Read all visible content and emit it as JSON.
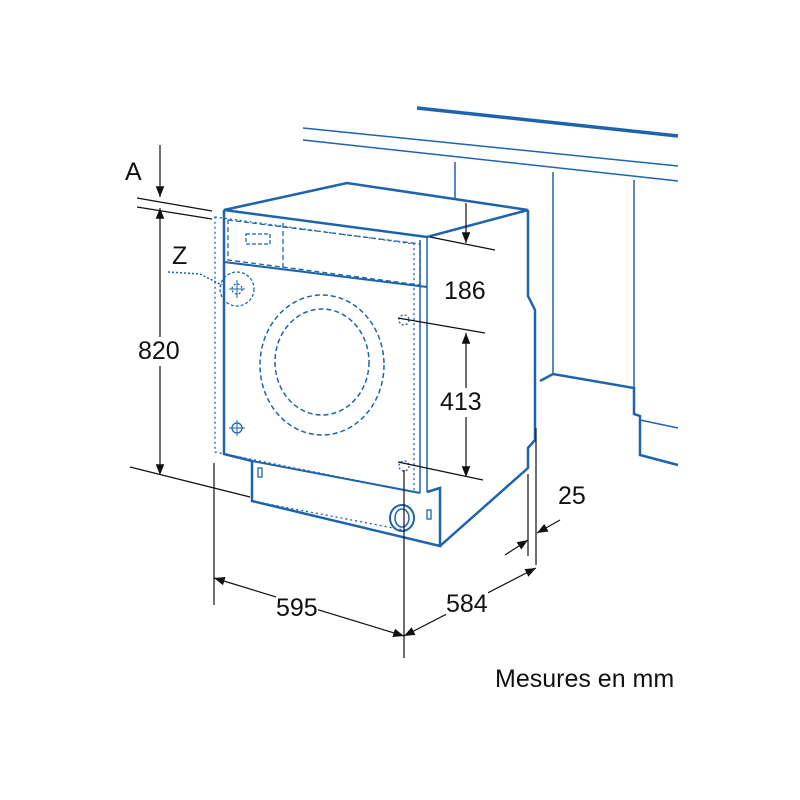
{
  "labels": {
    "a": "A",
    "z": "Z",
    "height": "820",
    "top_offset": "186",
    "hinge_spacing": "413",
    "door_gap": "25",
    "width": "595",
    "depth": "584",
    "units_note": "Mesures en mm"
  },
  "colors": {
    "line": "#1d63ad",
    "dimension": "#111111"
  }
}
